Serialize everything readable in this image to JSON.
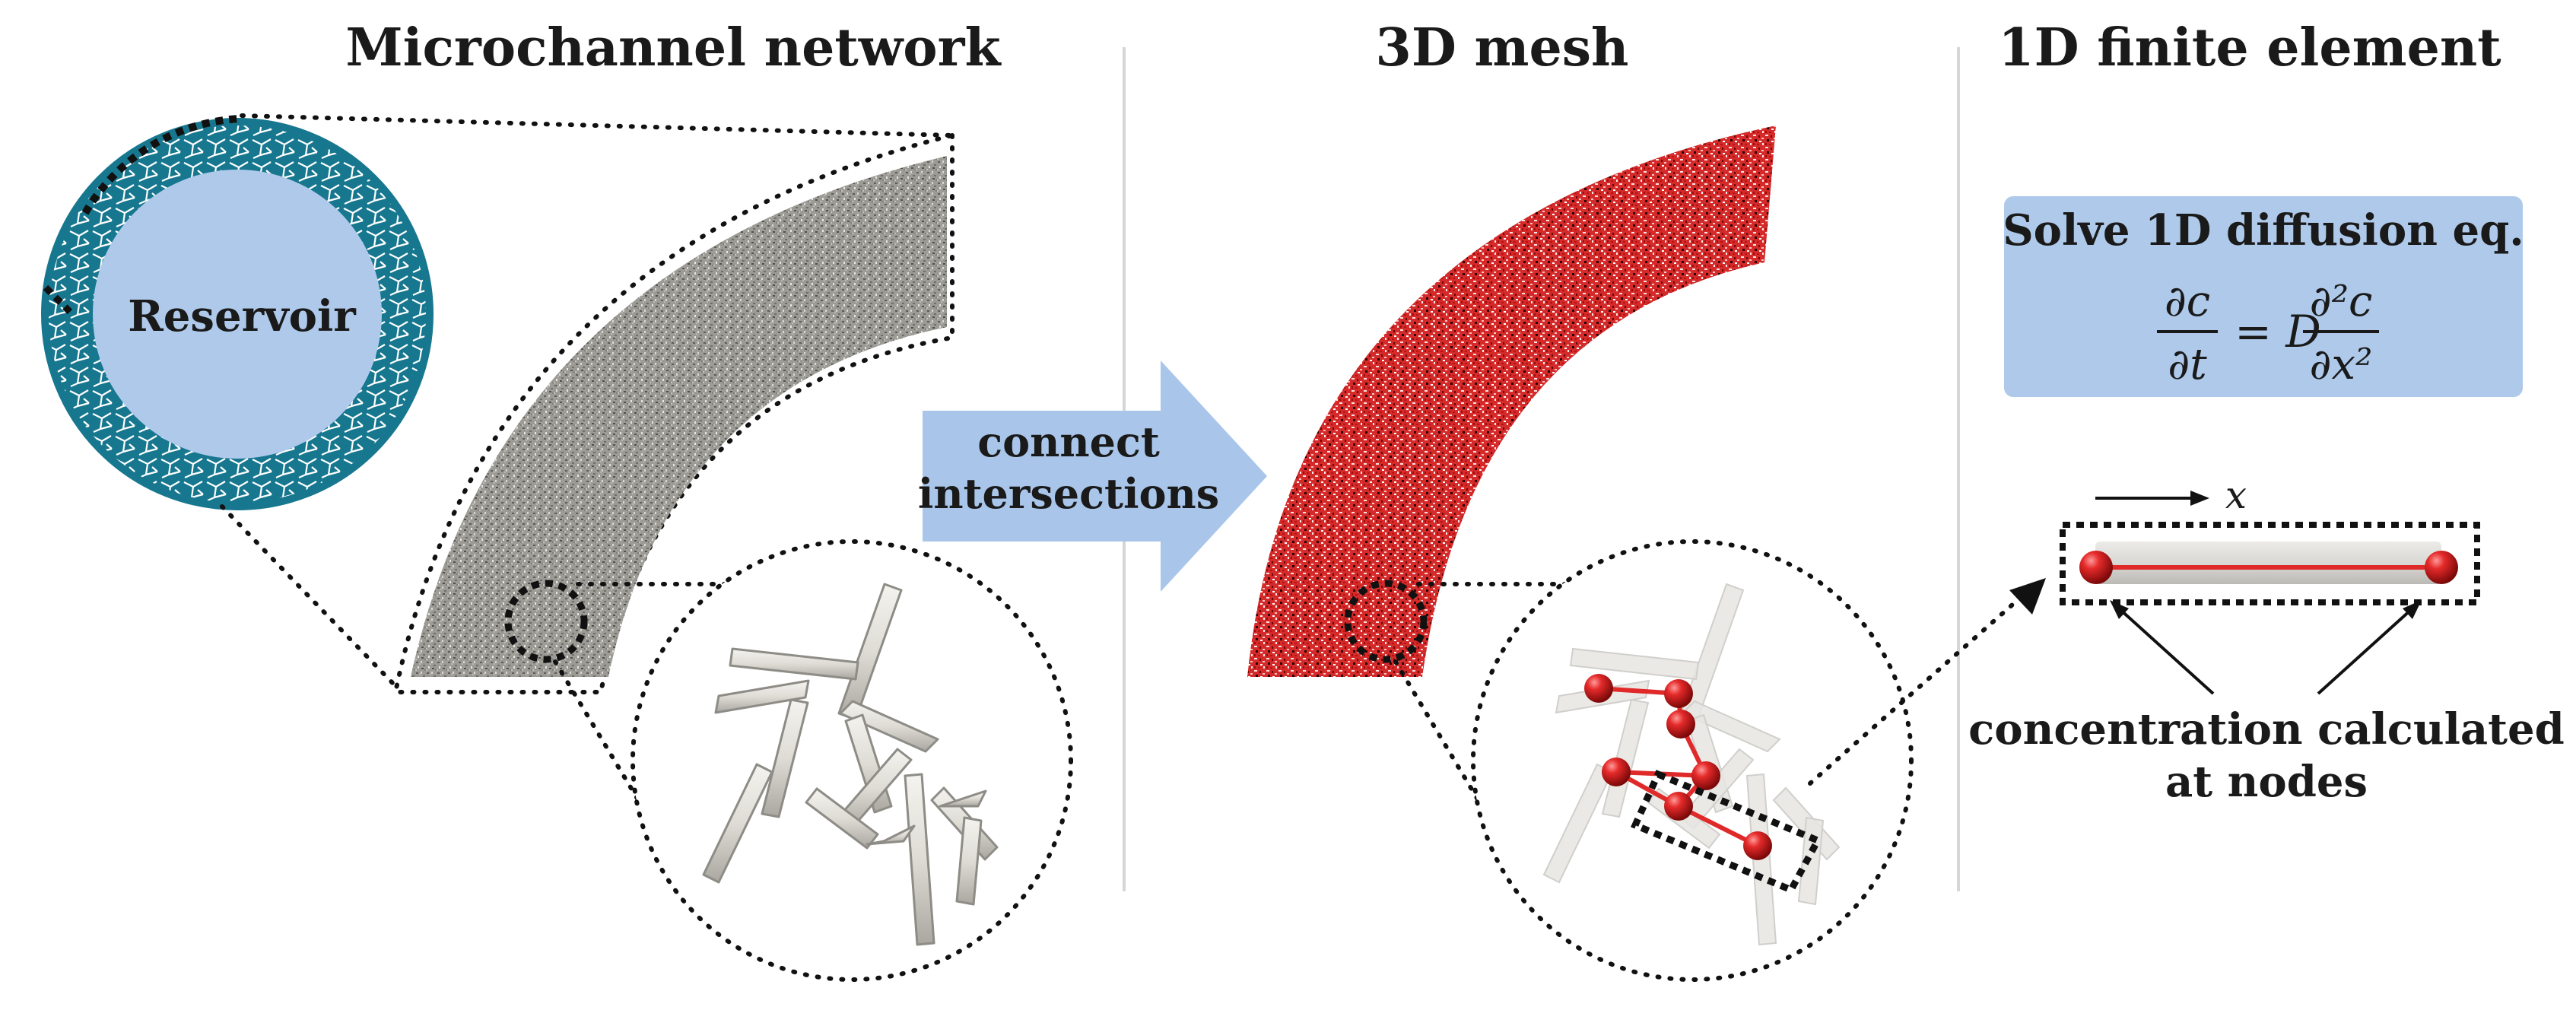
{
  "titles": {
    "network": "Microchannel network",
    "mesh": "3D mesh",
    "element": "1D finite element"
  },
  "reservoir_label": "Reservoir",
  "arrow_text": {
    "line1": "connect",
    "line2": "intersections"
  },
  "equation_box": {
    "title": "Solve 1D diffusion eq.",
    "lhs_num": "∂c",
    "lhs_den": "∂t",
    "equals": "= D",
    "rhs_num": "∂²c",
    "rhs_den": "∂x²"
  },
  "axis_label": "x",
  "annotation": {
    "line1": "concentration calculated",
    "line2": "at nodes"
  },
  "colors": {
    "ring": "#17778f",
    "reservoir": "#aec9ea",
    "arrow": "#a9c6ea",
    "equation_bg": "#aec9ea",
    "grey_mesh": "#8e8e88",
    "red_mesh": "#c8141e",
    "node": "#d81e26",
    "rod": "#e2e0da",
    "divider": "#d6d6d6"
  }
}
